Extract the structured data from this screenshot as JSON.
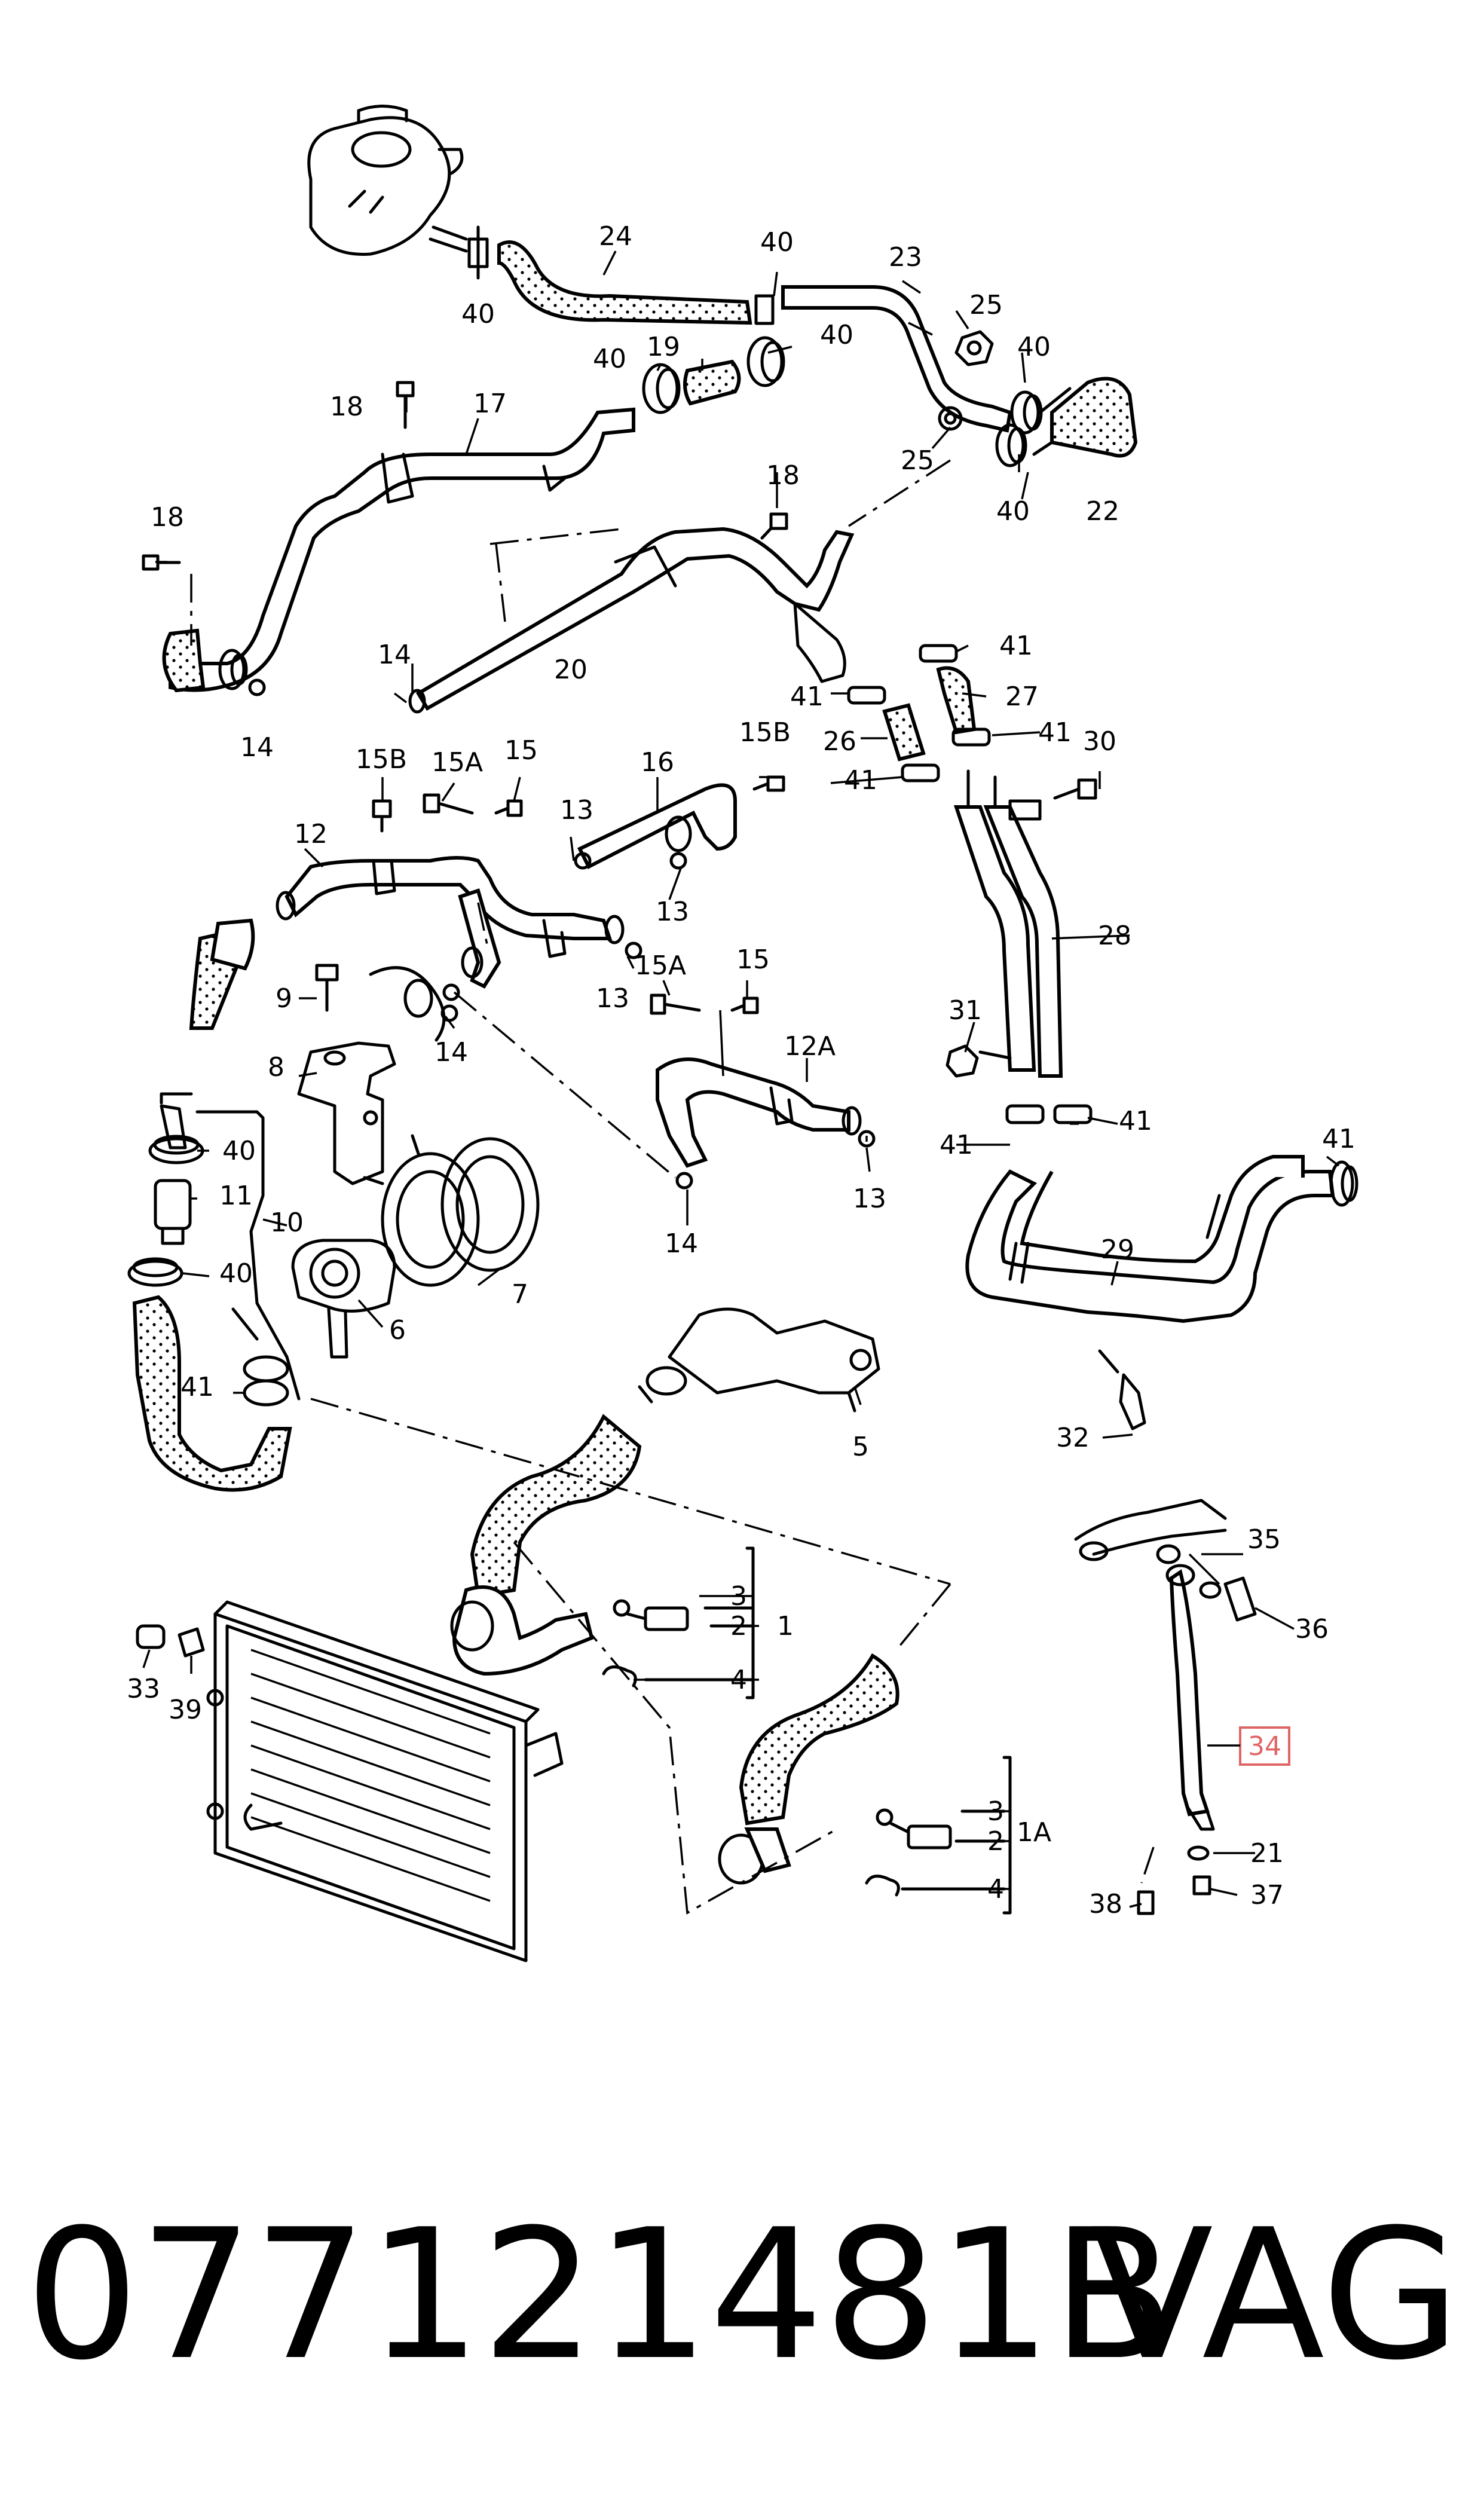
{
  "footer": {
    "part_number": "077121481B",
    "brand": "VAG"
  },
  "highlight": {
    "label": "34",
    "color": "#e06666"
  },
  "callouts": [
    {
      "id": "c24",
      "text": "24"
    },
    {
      "id": "c40a",
      "text": "40"
    },
    {
      "id": "c40b",
      "text": "40"
    },
    {
      "id": "c23",
      "text": "23"
    },
    {
      "id": "c25a",
      "text": "25"
    },
    {
      "id": "c40c",
      "text": "40"
    },
    {
      "id": "c19",
      "text": "19"
    },
    {
      "id": "c40d",
      "text": "40"
    },
    {
      "id": "c40e",
      "text": "40"
    },
    {
      "id": "c18a",
      "text": "18"
    },
    {
      "id": "c17",
      "text": "17"
    },
    {
      "id": "c25b",
      "text": "25"
    },
    {
      "id": "c40f",
      "text": "40"
    },
    {
      "id": "c22",
      "text": "22"
    },
    {
      "id": "c18b",
      "text": "18"
    },
    {
      "id": "c18c",
      "text": "18"
    },
    {
      "id": "c14a",
      "text": "14"
    },
    {
      "id": "c20",
      "text": "20"
    },
    {
      "id": "c14b",
      "text": "14"
    },
    {
      "id": "c41a",
      "text": "41"
    },
    {
      "id": "c27",
      "text": "27"
    },
    {
      "id": "c41b",
      "text": "41"
    },
    {
      "id": "c41c",
      "text": "41"
    },
    {
      "id": "c26",
      "text": "26"
    },
    {
      "id": "c30",
      "text": "30"
    },
    {
      "id": "c41d",
      "text": "41"
    },
    {
      "id": "c15B",
      "text": "15B"
    },
    {
      "id": "c15A",
      "text": "15A"
    },
    {
      "id": "c15",
      "text": "15"
    },
    {
      "id": "c16",
      "text": "16"
    },
    {
      "id": "c15Bb",
      "text": "15B"
    },
    {
      "id": "c12",
      "text": "12"
    },
    {
      "id": "c13a",
      "text": "13"
    },
    {
      "id": "c13b",
      "text": "13"
    },
    {
      "id": "c28",
      "text": "28"
    },
    {
      "id": "c13c",
      "text": "13"
    },
    {
      "id": "c9",
      "text": "9"
    },
    {
      "id": "c14c",
      "text": "14"
    },
    {
      "id": "c15Ab",
      "text": "15A"
    },
    {
      "id": "c15b",
      "text": "15"
    },
    {
      "id": "c31",
      "text": "31"
    },
    {
      "id": "c8",
      "text": "8"
    },
    {
      "id": "c12A",
      "text": "12A"
    },
    {
      "id": "c40g",
      "text": "40"
    },
    {
      "id": "c41e",
      "text": "41"
    },
    {
      "id": "c41f",
      "text": "41"
    },
    {
      "id": "c41g",
      "text": "41"
    },
    {
      "id": "c11",
      "text": "11"
    },
    {
      "id": "c13d",
      "text": "13"
    },
    {
      "id": "c10",
      "text": "10"
    },
    {
      "id": "c14d",
      "text": "14"
    },
    {
      "id": "c29",
      "text": "29"
    },
    {
      "id": "c40h",
      "text": "40"
    },
    {
      "id": "c7",
      "text": "7"
    },
    {
      "id": "c6",
      "text": "6"
    },
    {
      "id": "c41h",
      "text": "41"
    },
    {
      "id": "c5",
      "text": "5"
    },
    {
      "id": "c32",
      "text": "32"
    },
    {
      "id": "c35",
      "text": "35"
    },
    {
      "id": "c3a",
      "text": "3"
    },
    {
      "id": "c2a",
      "text": "2"
    },
    {
      "id": "c1",
      "text": "1"
    },
    {
      "id": "c36",
      "text": "36"
    },
    {
      "id": "c4a",
      "text": "4"
    },
    {
      "id": "c33",
      "text": "33"
    },
    {
      "id": "c39",
      "text": "39"
    },
    {
      "id": "c3b",
      "text": "3"
    },
    {
      "id": "c2b",
      "text": "2"
    },
    {
      "id": "c1A",
      "text": "1A"
    },
    {
      "id": "c21",
      "text": "21"
    },
    {
      "id": "c4b",
      "text": "4"
    },
    {
      "id": "c38",
      "text": "38"
    },
    {
      "id": "c37",
      "text": "37"
    }
  ]
}
